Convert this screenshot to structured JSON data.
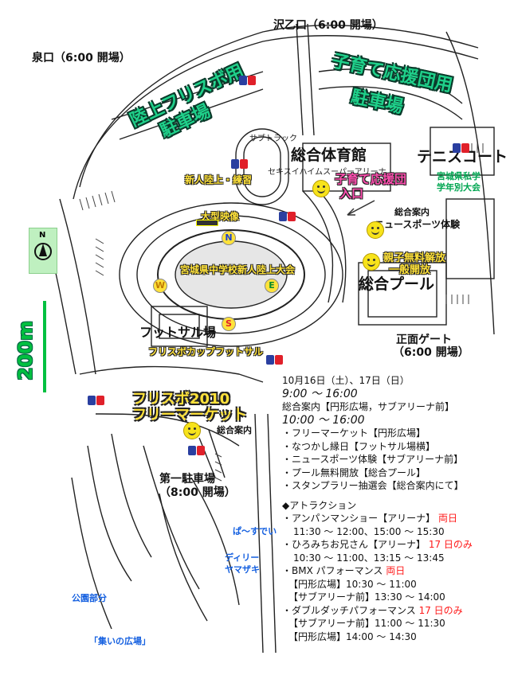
{
  "gates": {
    "north": "沢乙口（6:00 開場）",
    "west": "泉口（6:00 開場）",
    "main": "正面ゲート",
    "main_time": "（6:00 開場）"
  },
  "parking": {
    "frisbee": "陸上フリスボ用",
    "frisbee2": "駐車場",
    "support": "子育て応援団用",
    "support2": "駐車場",
    "first": "第一駐車場",
    "first_time": "（8:00 開場）"
  },
  "venues": {
    "gym": "総合体育館",
    "sub_track": "サブトラック",
    "sub_arena": "セキスイハイムスーパーアリーナ",
    "tennis": "テニスコート",
    "university": "宮城県私学",
    "university2": "学年別大会",
    "practice": "新人陸上・練習",
    "big_screen": "大型映像",
    "competition": "宮城県中学校新人陸上大会",
    "pool": "総合プール",
    "futsal": "フットサル場",
    "futsal_cup": "フリスボカップフットサル",
    "support_entrance": "子育て応援団",
    "support_entrance2": "入口",
    "info": "総合案内",
    "news": "ニュースポーツ体験",
    "pool_open": "親子無料解放",
    "pool_open2": "一般開放",
    "flea": "フリスボ2010",
    "flea2": "フリーマーケット",
    "info2": "総合案内"
  },
  "stations": {
    "pasty": "ぱ～すでい",
    "daily": "ディリー",
    "daily2": "ヤマザキ",
    "park": "公園部分",
    "plaza": "「集いの広場」"
  },
  "compass": {
    "label": "N"
  },
  "scale": {
    "label": "200m"
  },
  "directions": {
    "n": "N",
    "e": "E",
    "s": "S",
    "w": "W"
  },
  "schedule": {
    "date": "10月16日（土）、17日（日）",
    "time1": "9:00 ～ 16:00",
    "info": "総合案内【円形広場，サブアリーナ前】",
    "time2": "10:00 ～ 16:00",
    "items": [
      "・フリーマーケット【円形広場】",
      "・なつかし縁日【フットサル場横】",
      "・ニュースポーツ体験【サブアリーナ前】",
      "・プール無料開放【総合プール】",
      "・スタンプラリー抽選会【総合案内にて】"
    ],
    "attractions_title": "◆アトラクション",
    "attractions": [
      {
        "name": "・アンパンマンショー【アリーナ】",
        "tag": "両日",
        "times": [
          "11:30 ～ 12:00、15:00 ～ 15:30"
        ]
      },
      {
        "name": "・ひろみちお兄さん【アリーナ】",
        "tag": "17 日のみ",
        "times": [
          "10:30 ～ 11:00、13:15 ～ 13:45"
        ]
      },
      {
        "name": "・BMX パフォーマンス",
        "tag": "両日",
        "times": [
          "【円形広場】10:30 ～ 11:00",
          "【サブアリーナ前】13:30 ～ 14:00"
        ]
      },
      {
        "name": "・ダブルダッチパフォーマンス",
        "tag": "17 日のみ",
        "times": [
          "【サブアリーナ前】11:00 ～ 11:30",
          "【円形広場】14:00 ～ 14:30"
        ]
      }
    ]
  }
}
